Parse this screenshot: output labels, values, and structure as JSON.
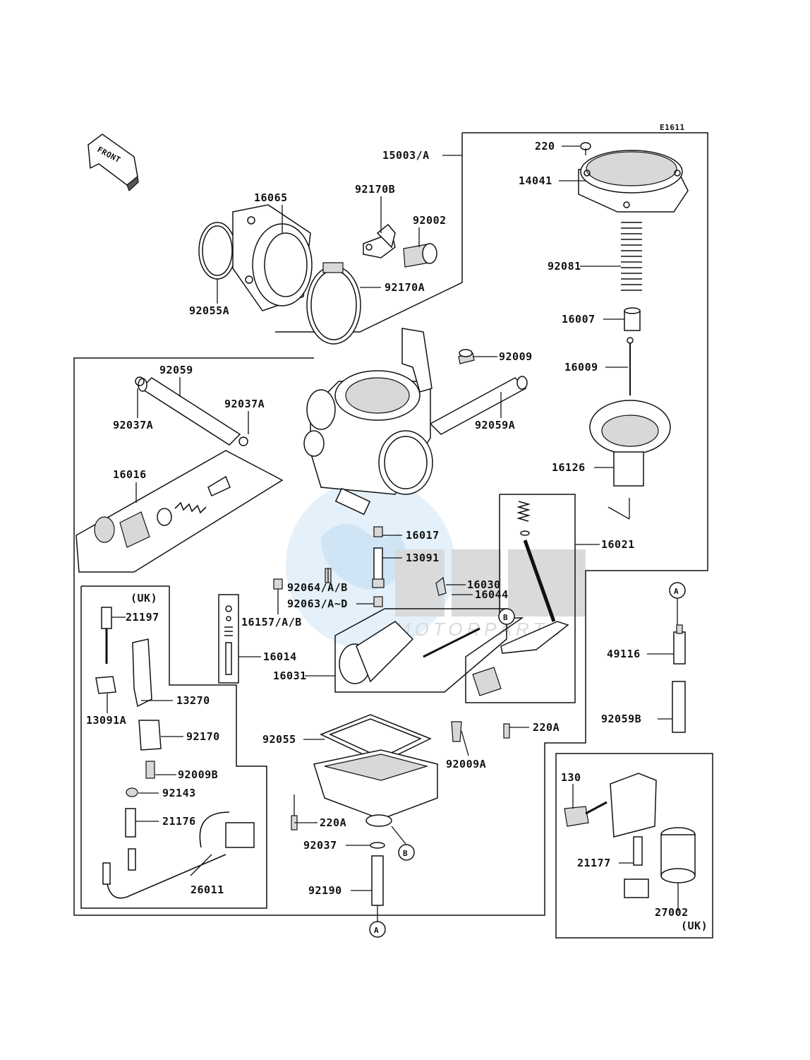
{
  "diagram_code": "E1611",
  "front_label": "FRONT",
  "ref_a": "A",
  "ref_b": "B",
  "watermark": {
    "name": "OEM",
    "sub": "MOTORPARTS",
    "colors": {
      "blue": "#1e88d6",
      "gray": "#9ea3a8"
    }
  },
  "parts": {
    "p15003": "15003/A",
    "p220": "220",
    "p14041": "14041",
    "p92081": "92081",
    "p16007": "16007",
    "p16009": "16009",
    "p16126": "16126",
    "p16021": "16021",
    "p16065": "16065",
    "p92170B": "92170B",
    "p92002": "92002",
    "p92055A": "92055A",
    "p92170A": "92170A",
    "p92009": "92009",
    "p92059": "92059",
    "p92037A_1": "92037A",
    "p92037A_2": "92037A",
    "p92059A": "92059A",
    "p16016": "16016",
    "p16017": "16017",
    "p13091": "13091",
    "p92064": "92064/A/B",
    "p92063": "92063/A~D",
    "p16030": "16030",
    "p16044": "16044",
    "p16157": "16157/A/B",
    "p16014": "16014",
    "p16031": "16031",
    "uk1": "(UK)",
    "p21197": "21197",
    "p13270": "13270",
    "p13091A": "13091A",
    "p92170": "92170",
    "p92009B": "92009B",
    "p92143": "92143",
    "p21176": "21176",
    "p26011": "26011",
    "p92055": "92055",
    "p92009A": "92009A",
    "p220A_1": "220A",
    "p220A_2": "220A",
    "p92037": "92037",
    "p92190": "92190",
    "p49116": "49116",
    "p92059B": "92059B",
    "p130": "130",
    "p21177": "21177",
    "p27002": "27002",
    "uk2": "(UK)"
  }
}
